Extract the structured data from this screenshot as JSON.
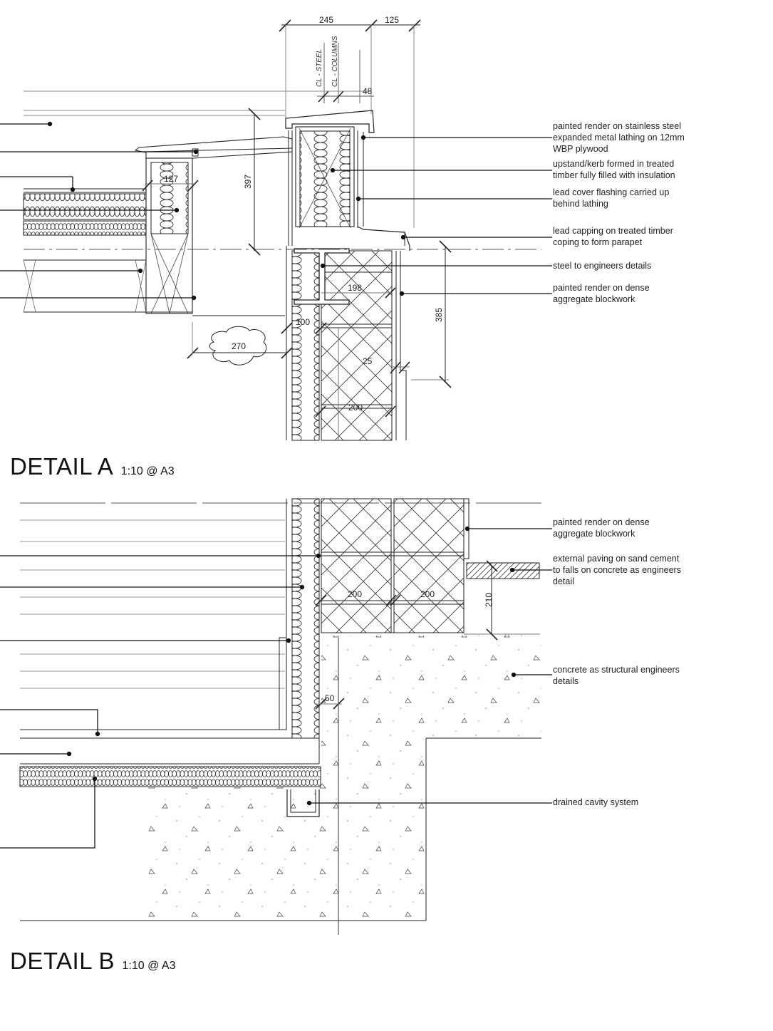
{
  "detail_a": {
    "title": "DETAIL A",
    "scale": "1:10 @ A3",
    "labels": [
      "painted render on stainless steel",
      "expanded metal lathing on 12mm",
      "WBP plywood",
      "upstand/kerb formed in treated",
      "timber fully filled with insulation",
      "lead cover flashing carried up",
      "behind lathing",
      "lead capping on treated timber",
      "coping to form parapet",
      "steel to engineers details",
      "painted render on dense",
      "aggregate blockwork"
    ],
    "dims": {
      "d245": "245",
      "d125": "125",
      "d48": "48",
      "d397": "397",
      "d127": "127",
      "d198": "198",
      "d385": "385",
      "d100": "100",
      "d270": "270",
      "d25": "25",
      "d200": "200"
    },
    "centerlines": {
      "steel": "CL - STEEL",
      "columns": "CL - COLUMNS"
    }
  },
  "detail_b": {
    "title": "DETAIL B",
    "scale": "1:10 @ A3",
    "labels": [
      "painted render on dense",
      "aggregate blockwork",
      "external paving on sand cement",
      "to falls on concrete as engineers",
      "detail",
      "concrete as structural engineers",
      "details",
      "drained cavity system"
    ],
    "dims": {
      "d200a": "200",
      "d200b": "200",
      "d210": "210",
      "d50": "50"
    }
  }
}
